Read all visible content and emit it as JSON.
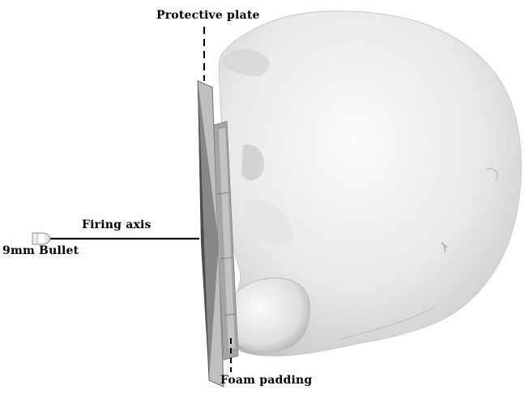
{
  "labels": {
    "protective_plate": "Protective plate",
    "firing_axis": "Firing axis",
    "bullet": "9mm Bullet",
    "foam_padding": "Foam padding"
  },
  "colors": {
    "background": "#ffffff",
    "text": "#000000",
    "head_light": "#f4f4f4",
    "head_shade": "#b9b9b9",
    "plate_dark": "#3a3a3a",
    "plate_light": "#bdbdbd",
    "foam": "#9a9a9a"
  },
  "icons": {
    "bullet": "bullet-icon",
    "head_model": "head-model-icon"
  }
}
